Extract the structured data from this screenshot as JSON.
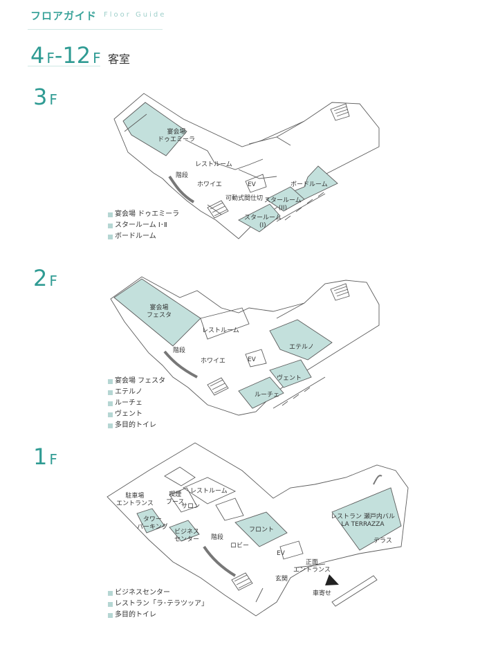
{
  "header": {
    "title": "フロアガイド",
    "subtitle": "Floor Guide"
  },
  "floor_4_12": {
    "number": "4",
    "dash": "-",
    "number2": "12",
    "suffix": "F",
    "label": "客室"
  },
  "floor3": {
    "number": "3",
    "suffix": "F",
    "rooms": {
      "banquet_line1": "宴会場",
      "banquet_line2": "ドゥエミーラ",
      "restroom": "レストルーム",
      "stairs": "階段",
      "foyer": "ホワイエ",
      "ev": "EV",
      "partition": "可動式間仕切",
      "board": "ボードルーム",
      "star2": "スタールーム",
      "star2_num": "(II)",
      "star1": "スタールーム",
      "star1_num": "(I)"
    },
    "legend": [
      "宴会場 ドゥエミーラ",
      "スタールーム Ⅰ･Ⅱ",
      "ボードルーム"
    ]
  },
  "floor2": {
    "number": "2",
    "suffix": "F",
    "rooms": {
      "banquet_line1": "宴会場",
      "banquet_line2": "フェスタ",
      "restroom": "レストルーム",
      "stairs": "階段",
      "foyer": "ホワイエ",
      "ev": "EV",
      "eterno": "エテルノ",
      "vento": "ヴェント",
      "luce": "ルーチェ"
    },
    "legend": [
      "宴会場 フェスタ",
      "エテルノ",
      "ルーチェ",
      "ヴェント",
      "多目的トイレ"
    ]
  },
  "floor1": {
    "number": "1",
    "suffix": "F",
    "rooms": {
      "parking_ent_1": "駐車場",
      "parking_ent_2": "エントランス",
      "smoking_1": "喫煙",
      "smoking_2": "ブース",
      "restroom": "レストルーム",
      "salon": "サロン",
      "tower_1": "タワー",
      "tower_2": "パーキング",
      "business_1": "ビジネス",
      "business_2": "センター",
      "stairs": "階段",
      "lobby": "ロビー",
      "front": "フロント",
      "ev": "EV",
      "main_ent_1": "正面",
      "main_ent_2": "エントランス",
      "genkan": "玄関",
      "carpark": "車寄せ",
      "restaurant_1": "レストラン 瀬戸内バル",
      "restaurant_2": "LA TERRAZZA",
      "terrace": "テラス"
    },
    "legend": [
      "ビジネスセンター",
      "レストラン「ラ･テラツッア」",
      "多目的トイレ"
    ]
  },
  "colors": {
    "accent": "#2f9b93",
    "room_fill": "#c3e0dc",
    "line": "#5a5a5a"
  }
}
